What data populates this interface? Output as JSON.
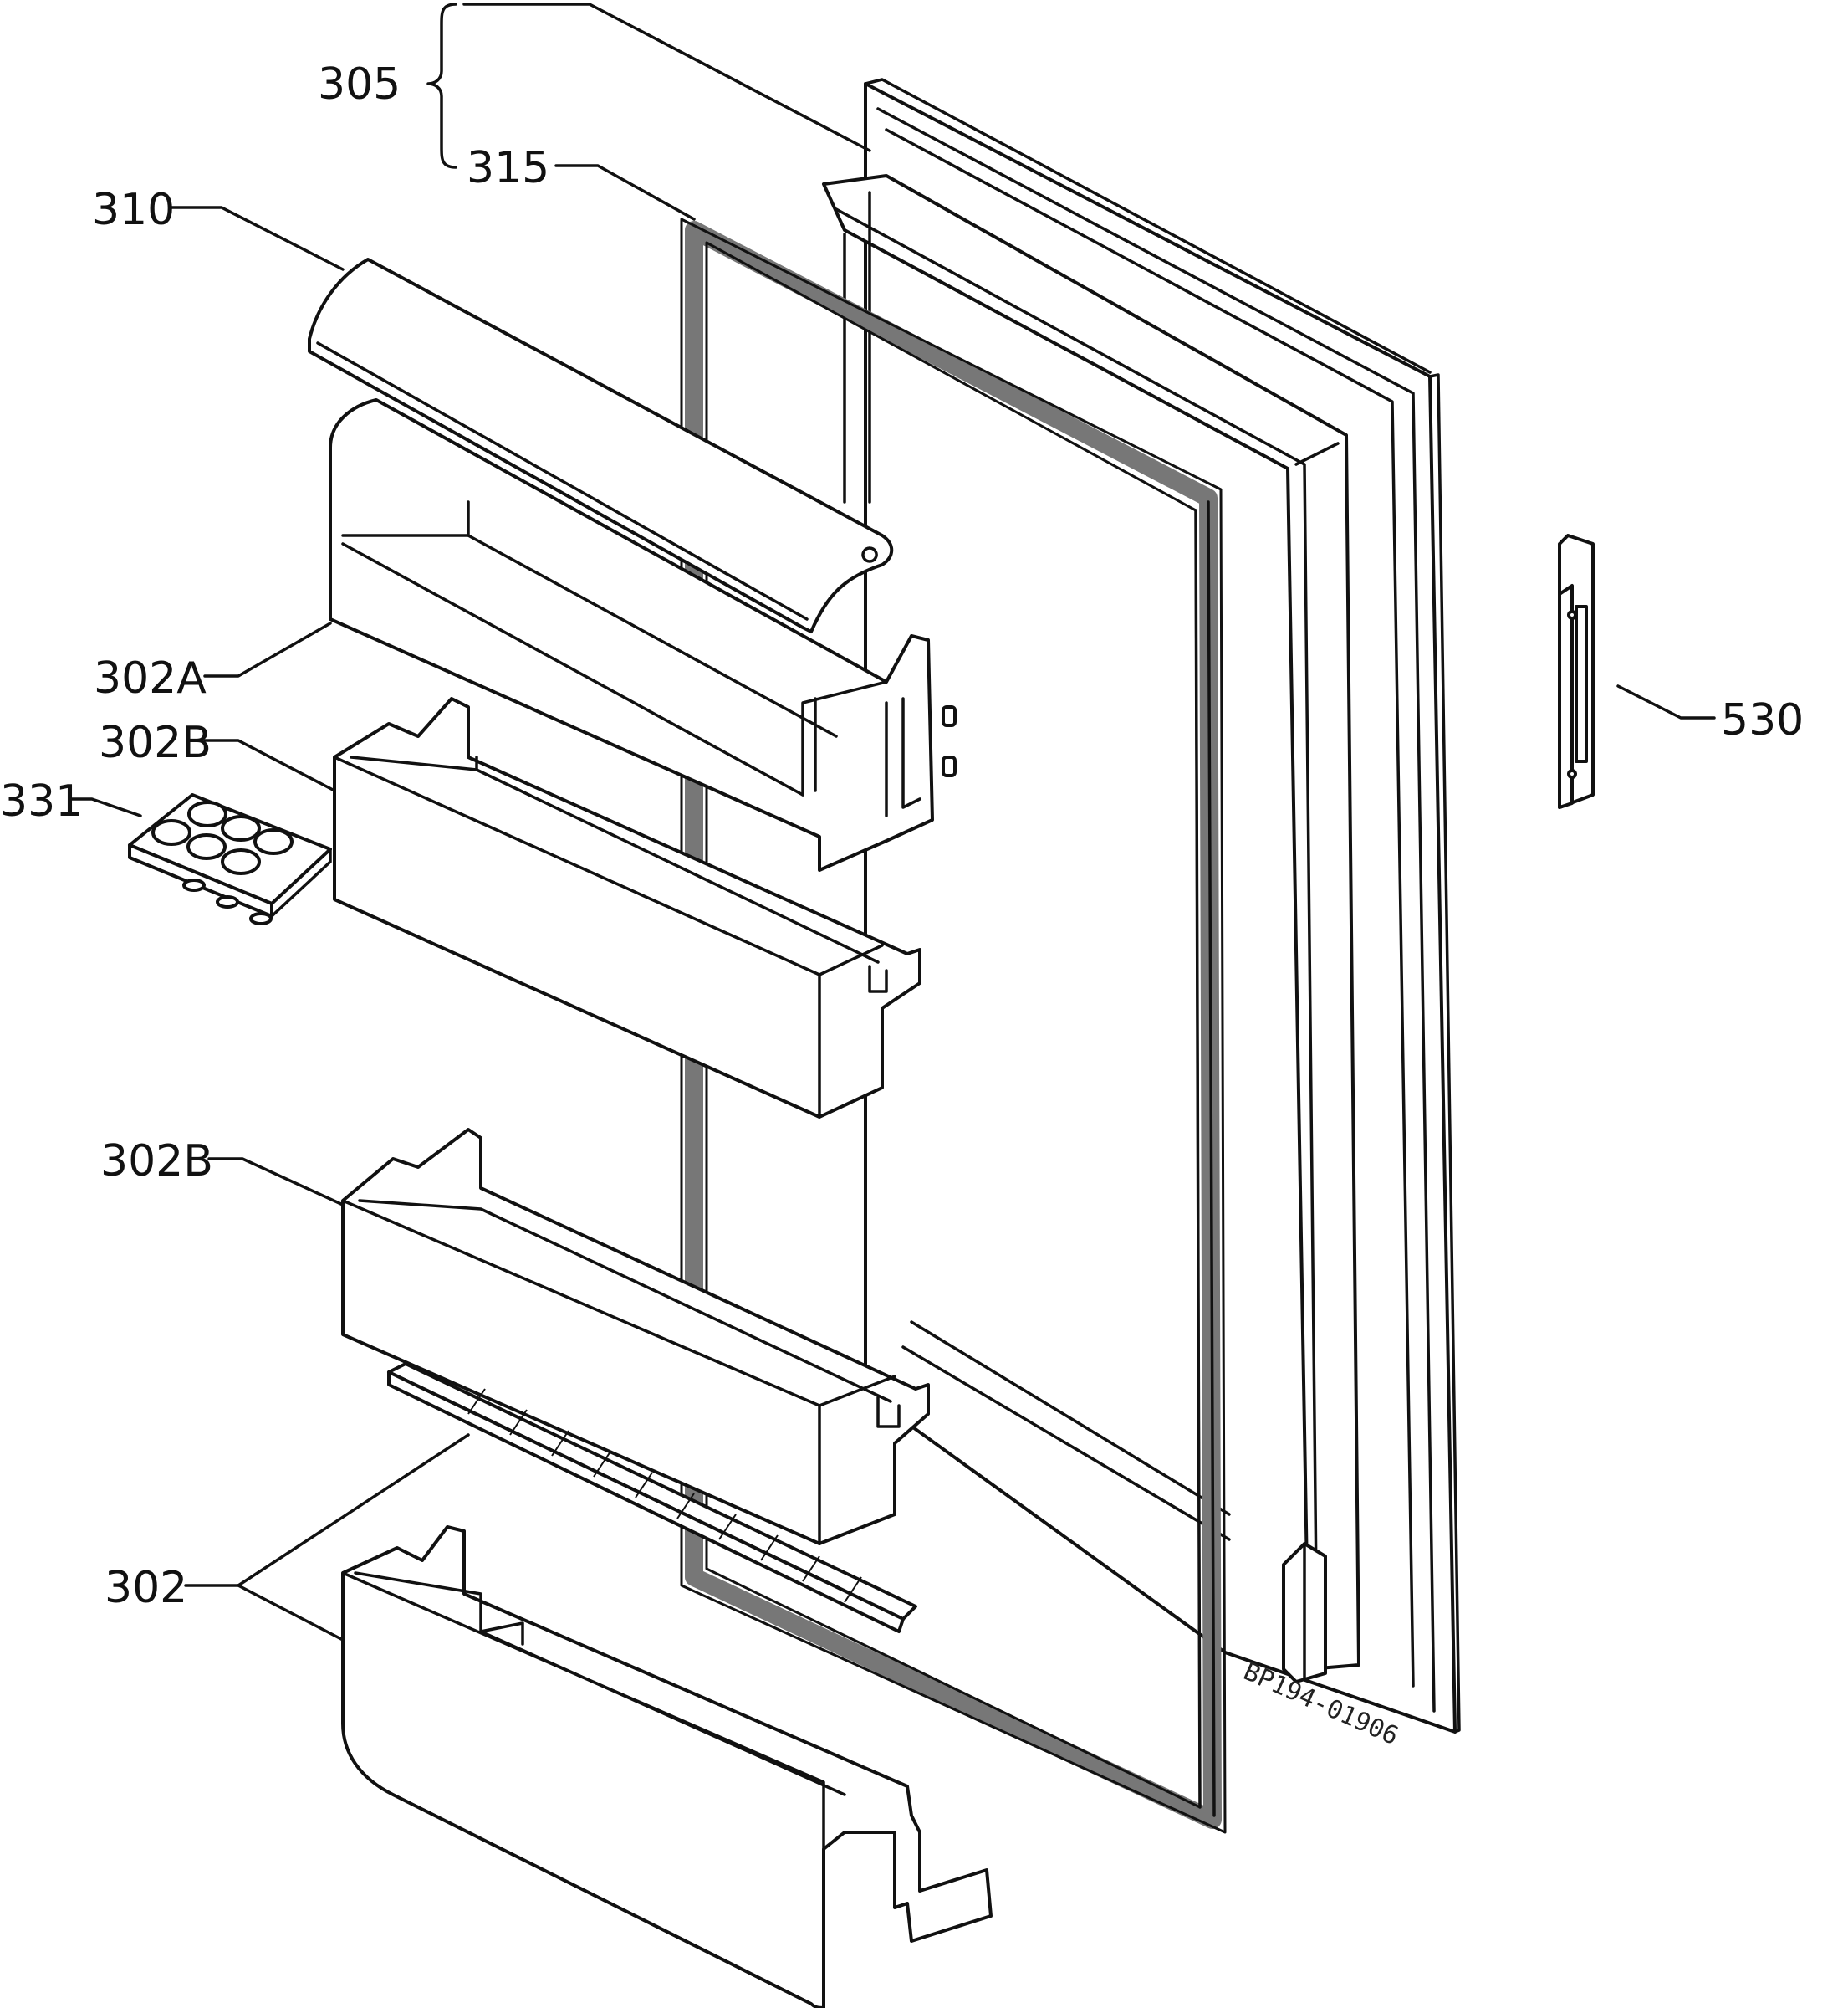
{
  "diagram": {
    "labels": {
      "p305": "305",
      "p315": "315",
      "p310": "310",
      "p302a": "302A",
      "p302b_top": "302B",
      "p331": "331",
      "p302b_bottom": "302B",
      "p302": "302",
      "p530": "530"
    },
    "drawing_code": "BP194-01906"
  }
}
